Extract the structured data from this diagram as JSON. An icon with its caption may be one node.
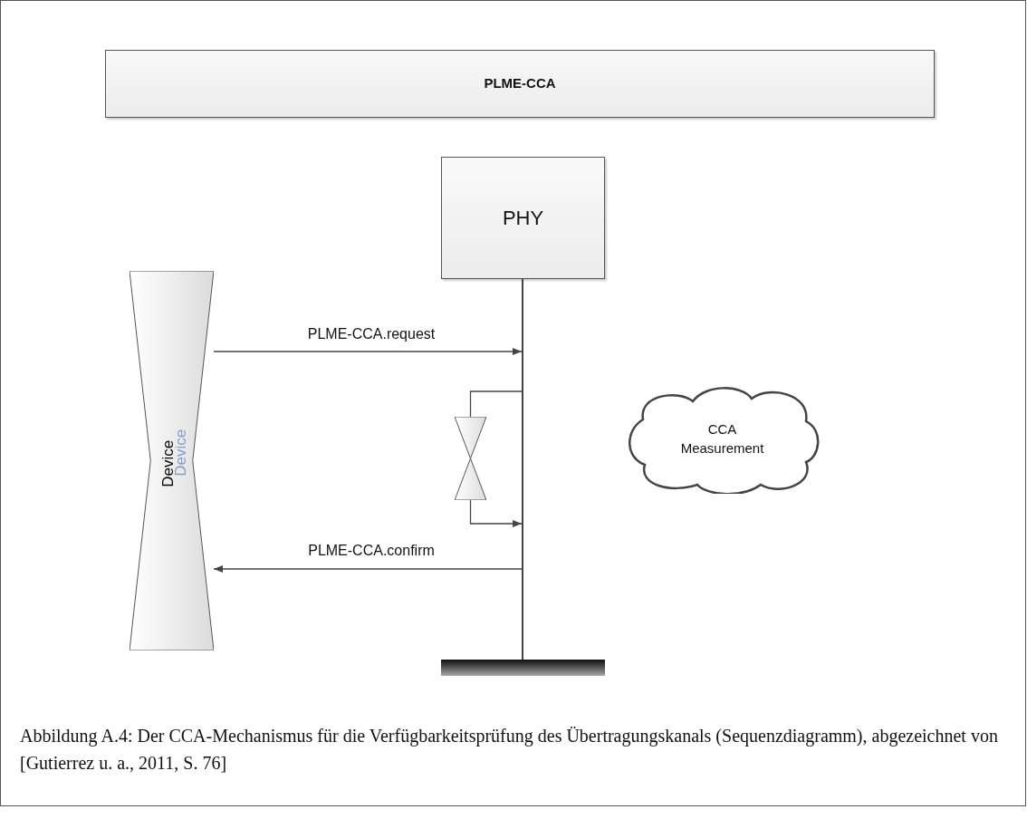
{
  "diagram": {
    "caption": "Abbildung A.4: Der CCA-Mechanismus für die Verfügbarkeitsprüfung des Übertragungskanals (Sequenzdiagramm), abgezeichnet von [Gutierrez u. a., 2011, S. 76]",
    "nodes": [
      {
        "text": [
          "PLME-CCA"
        ]
      },
      {
        "text": [
          "PHY"
        ]
      },
      {
        "text": [
          "Device",
          "Device"
        ]
      },
      {
        "text": [
          "CCA Measurement"
        ]
      },
      {
        "text": [],
        "shape": "bar"
      },
      {
        "text": [],
        "shape": "hourglass"
      },
      {
        "text": [],
        "shape": "bar"
      }
    ],
    "edges": [
      {
        "from": 2,
        "to": 4,
        "arrow": "to",
        "label": "PLME-CCA.request"
      },
      {
        "from": 4,
        "to": 2,
        "arrow": "to",
        "label": "PLME-CCA.confirm"
      },
      {
        "from": 4,
        "to": 5,
        "arrow": "none"
      },
      {
        "from": 5,
        "to": 4,
        "arrow": "to"
      }
    ]
  }
}
